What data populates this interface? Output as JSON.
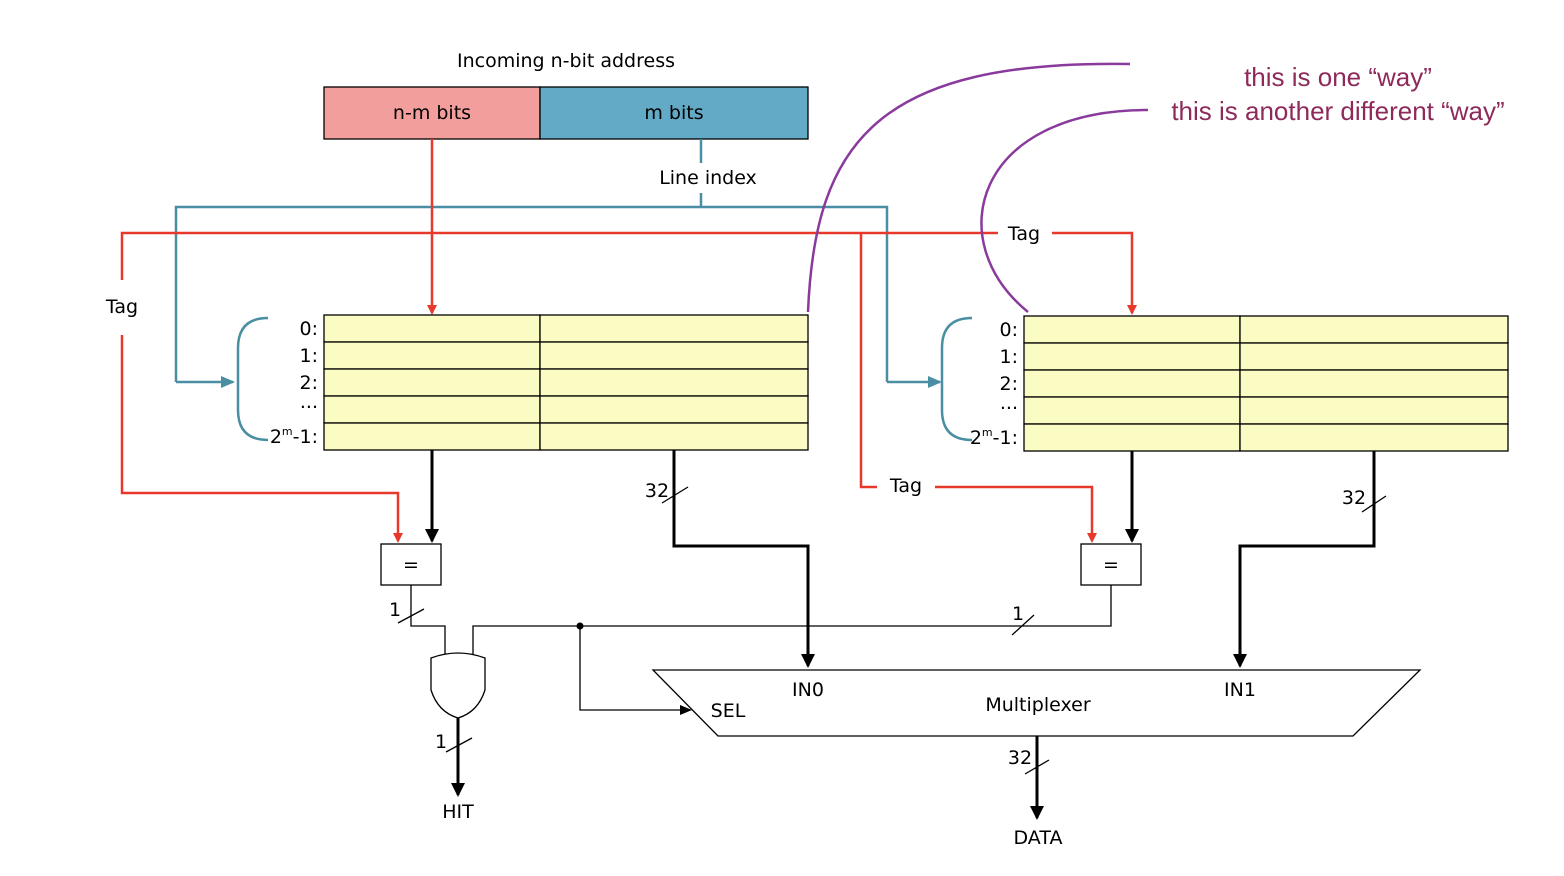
{
  "address": {
    "title": "Incoming n-bit address",
    "tag_field": "n-m bits",
    "index_field": "m bits",
    "line_index_label": "Line index"
  },
  "tag_labels": [
    "Tag",
    "Tag",
    "Tag"
  ],
  "rows": [
    "0:",
    "1:",
    "2:",
    "...",
    "2m-1:"
  ],
  "row_last": {
    "base": "2",
    "sup": "m",
    "suffix": "-1:"
  },
  "comparator": "=",
  "bit_widths": {
    "data_bus": "32",
    "one_bit": "1"
  },
  "outputs": {
    "hit": "HIT",
    "data": "DATA"
  },
  "mux": {
    "title": "Multiplexer",
    "in0": "IN0",
    "in1": "IN1",
    "sel": "SEL"
  },
  "annotations": [
    "this is one “way”",
    "this is another different “way”"
  ],
  "colors": {
    "tag_field": "#f29e9c",
    "index_field": "#62aac5",
    "cache_cell": "#fbfbc4",
    "tag_wire": "#e8382c",
    "index_wire": "#4a8ea3",
    "annotation": "#8e2a5a",
    "annotation_curve": "#8a3a9c"
  }
}
